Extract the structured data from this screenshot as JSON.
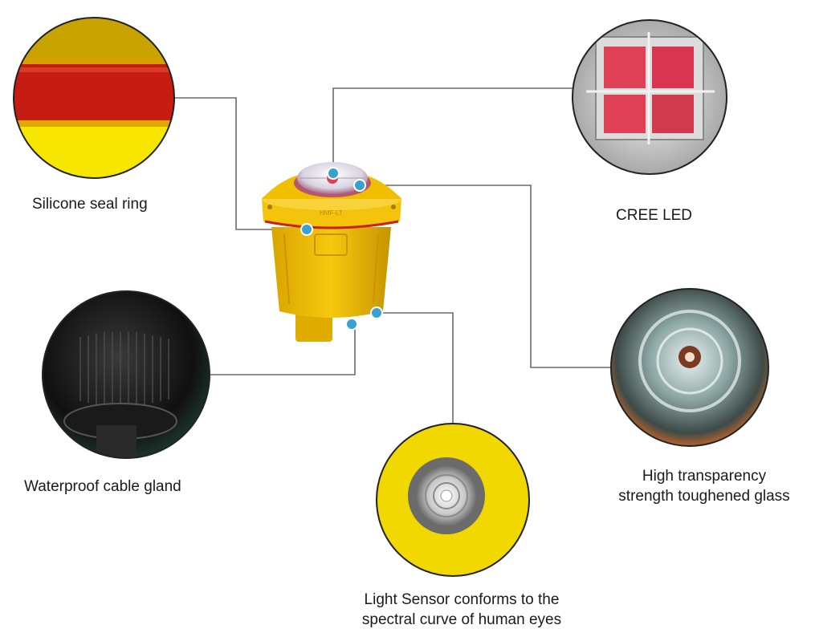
{
  "labels": {
    "seal": "Silicone seal ring",
    "led": "CREE LED",
    "gland": "Waterproof cable gland",
    "glass_line1": "High transparency",
    "glass_line2": "strength toughened glass",
    "sensor_line1": "Light Sensor conforms to the",
    "sensor_line2": "spectral curve of human eyes"
  },
  "product_marking": "HMF-LT",
  "colors": {
    "connector_line": "#6b6b6b",
    "marker_dot": "#3aa0d0",
    "housing_yellow": "#f2c200",
    "seal_red": "#c8201a",
    "led_red": "#e04055",
    "circle_border": "#222222"
  }
}
